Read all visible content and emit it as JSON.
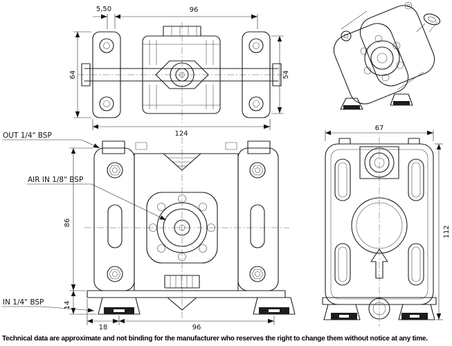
{
  "drawing": {
    "top_view": {
      "dim_width_ports": "96",
      "dim_port_offset": "5,50",
      "dim_height_left": "64",
      "dim_height_right": "54",
      "dim_width_overall": "124"
    },
    "front_view": {
      "label_out": "OUT 1/4\" BSP",
      "label_air_in": "AIR IN 1/8\" BSP",
      "label_in": "IN 1/4\" BSP",
      "dim_body_height": "86",
      "dim_foot_height": "14",
      "dim_foot_offset": "18",
      "dim_feet_span": "96"
    },
    "side_view": {
      "dim_width": "67",
      "dim_height": "112"
    }
  },
  "footer": {
    "text": "Technical data are approximate and not binding for the manufacturer who reserves the right to change them without notice at any time."
  }
}
